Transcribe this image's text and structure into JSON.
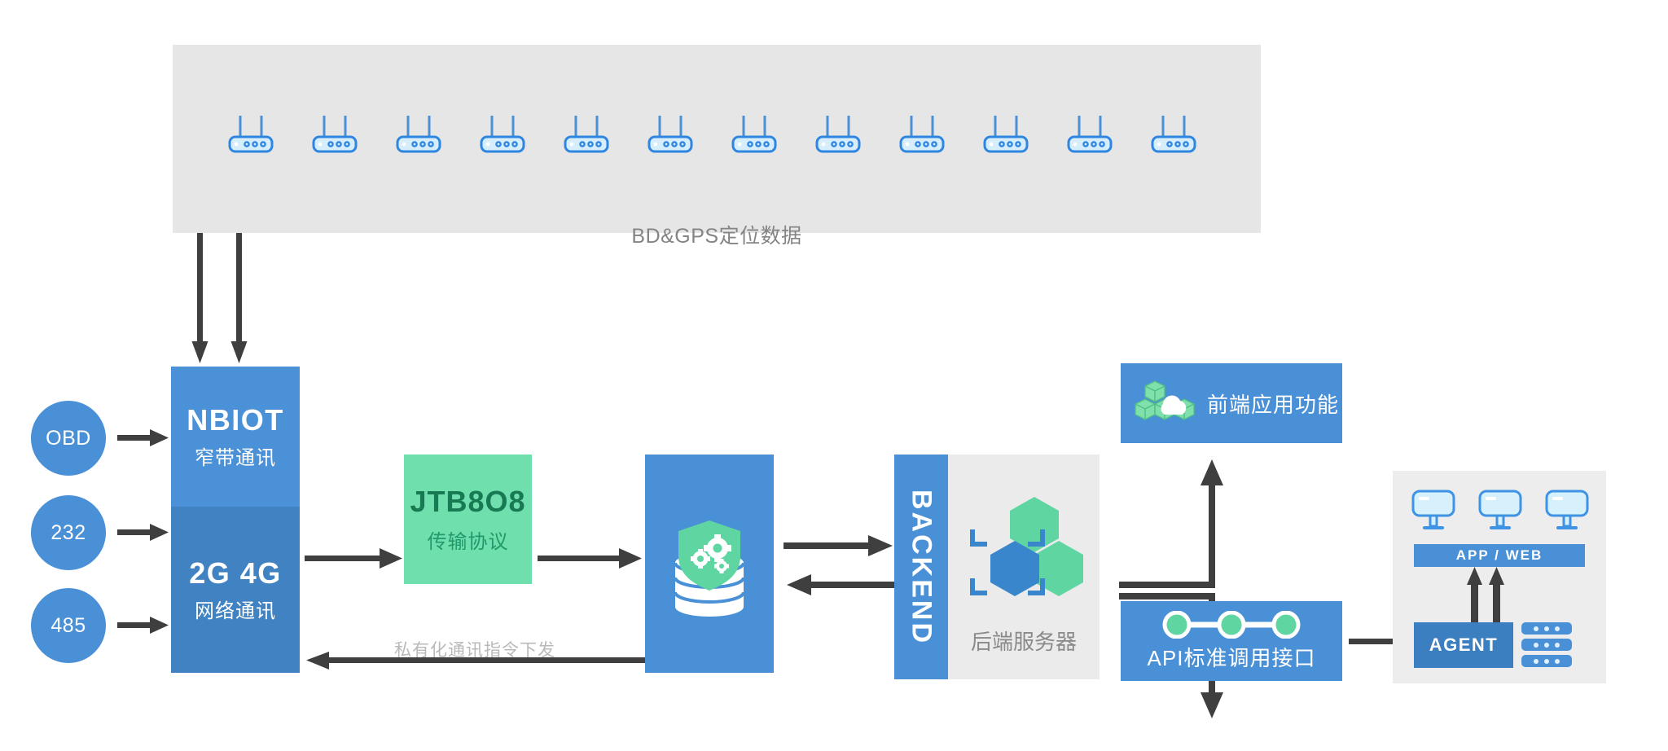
{
  "diagram": {
    "title": "IoT vehicle telematics platform architecture",
    "colors": {
      "blue": "#4a90d6",
      "blue_dark": "#4183c2",
      "blue_agent": "#3c7fc0",
      "green": "#70dfae",
      "green_dark": "#177a52",
      "gray_band": "#e6e6e6",
      "gray_panel": "#ebebeb",
      "arrow": "#3f3f3f",
      "caption_gray": "#848484"
    }
  },
  "top_band": {
    "caption": "BD&GPS定位数据",
    "device_icon": "router-icon",
    "device_count": 12
  },
  "inputs": [
    {
      "label": "OBD"
    },
    {
      "label": "232"
    },
    {
      "label": "485"
    }
  ],
  "comm_module": {
    "top": {
      "title": "NBIOT",
      "subtitle": "窄带通讯"
    },
    "bottom": {
      "title": "2G 4G",
      "subtitle": "网络通讯"
    }
  },
  "protocol": {
    "title": "JTB8O8",
    "subtitle": "传输协议"
  },
  "database": {
    "icon": "database-shield-gears-icon"
  },
  "backend": {
    "word": "BACKEND",
    "label": "后端服务器",
    "icon": "hexagon-cluster-icon"
  },
  "frontend_card": {
    "label": "前端应用功能",
    "icon": "cloud-cubes-icon"
  },
  "api_card": {
    "label": "API标准调用接口",
    "icon": "api-nodes-icon"
  },
  "agent_panel": {
    "app_web_label": "APP / WEB",
    "agent_label": "AGENT",
    "monitor_icon": "monitor-icon",
    "monitor_count": 3,
    "rack_icon": "server-rack-icon",
    "rack_count": 3
  },
  "annotations": {
    "downlink": "私有化通讯指令下发"
  }
}
